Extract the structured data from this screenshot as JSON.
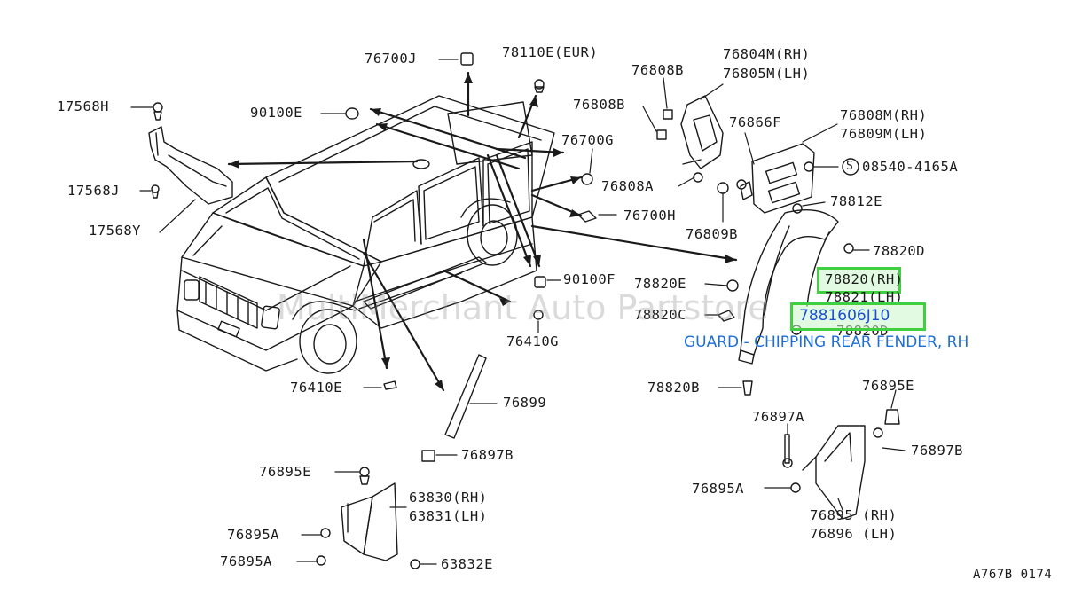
{
  "labels": {
    "p17568H": "17568H",
    "p17568J": "17568J",
    "p17568Y": "17568Y",
    "p90100E": "90100E",
    "p76700J": "76700J",
    "p78110E": "78110E(EUR)",
    "p76808B_top": "76808B",
    "p76808B_mid": "76808B",
    "p76804M": "76804M(RH)",
    "p76805M": "76805M(LH)",
    "p76866F": "76866F",
    "p76808M": "76808M(RH)",
    "p76809M": "76809M(LH)",
    "p08540": "08540-4165A",
    "s_mark": "S",
    "p76700G": "76700G",
    "p76808A": "76808A",
    "p76700H": "76700H",
    "p76809B": "76809B",
    "p78812E": "78812E",
    "p78820D_top": "78820D",
    "p78820": "78820(RH)",
    "p78821": "78821(LH)",
    "p78820E": "78820E",
    "p78820C": "78820C",
    "p78820D_bot": "78820D",
    "p78820B": "78820B",
    "p90100F": "90100F",
    "p76410G": "76410G",
    "p76410E": "76410E",
    "p76899": "76899",
    "p76895E_left": "76895E",
    "p76897B_left": "76897B",
    "p63830": "63830(RH)",
    "p63831": "63831(LH)",
    "p76895A_l1": "76895A",
    "p76895A_l2": "76895A",
    "p63832E": "63832E",
    "p76895E_right": "76895E",
    "p76897A": "76897A",
    "p76897B_right": "76897B",
    "p76895A_right": "76895A",
    "p76895": "76895 (RH)",
    "p76896": "76896 (LH)",
    "diagram_code": "A767B 0174"
  },
  "highlight": {
    "part_number": "7881606J10",
    "description": "GUARD - CHIPPING REAR FENDER, RH"
  },
  "watermark": "MultiMerchant Auto Partstore",
  "colors": {
    "highlight_border": "#3fcf3f",
    "highlight_text": "#1a4fd6",
    "description_text": "#1d6ed6",
    "line": "#1a1a1a"
  }
}
